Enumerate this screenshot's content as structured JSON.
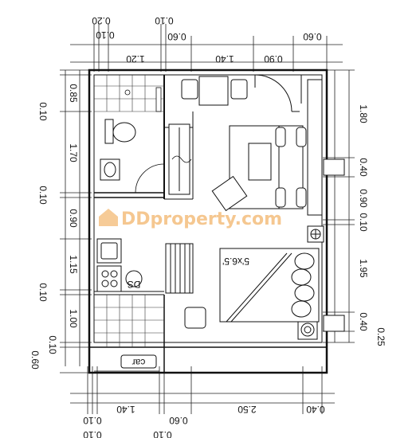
{
  "dimensions": {
    "top": [
      "0.20",
      "0.10",
      "1.20",
      "0.10",
      "0.60",
      "1.40",
      "0.90",
      "0.60"
    ],
    "bottom": [
      "0.10",
      "0.10",
      "1.40",
      "0.10",
      "0.60",
      "2.50",
      "0.40"
    ],
    "left": [
      "0.10",
      "0.85",
      "1.70",
      "0.10",
      "0.90",
      "1.15",
      "0.10",
      "1.00",
      "0.10",
      "0.60"
    ],
    "right": [
      "1.80",
      "0.40",
      "0.90",
      "0.10",
      "1.95",
      "0.40",
      "0.25"
    ]
  },
  "labels": {
    "watermark": "DDproperty.com",
    "car": "car",
    "bed": "5'x6.5'",
    "ds": "DS"
  }
}
